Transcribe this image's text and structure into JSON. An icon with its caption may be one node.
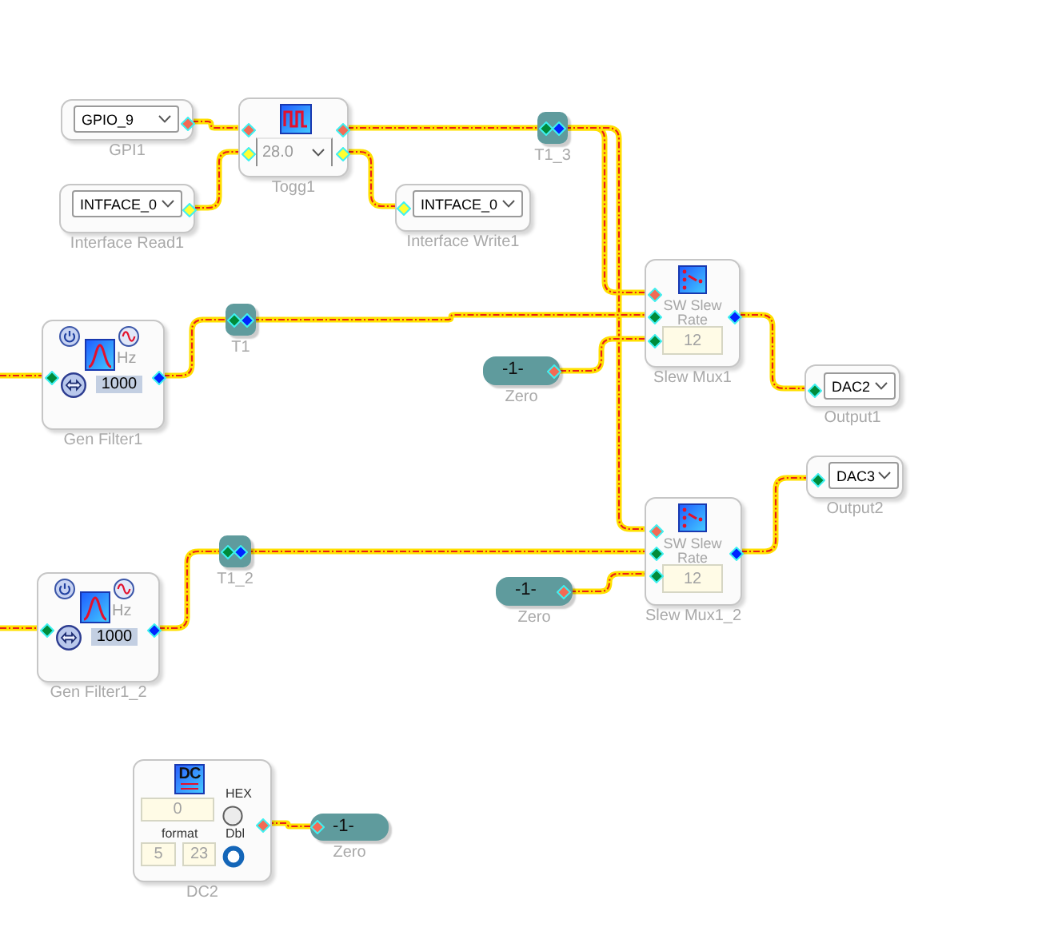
{
  "diagram": {
    "nodes": [
      {
        "text": [
          "GPIO_9"
        ],
        "beside": [
          "GPI1"
        ]
      },
      {
        "text": [
          "28.0"
        ],
        "beside": [
          "Togg1"
        ]
      },
      {
        "text": [],
        "shape": "box",
        "beside": [
          "T1_3"
        ]
      },
      {
        "text": [
          "INTFACE_0"
        ],
        "beside": [
          "Interface Read1"
        ]
      },
      {
        "text": [
          "INTFACE_0"
        ],
        "beside": [
          "Interface Write1"
        ]
      },
      {
        "text": [
          "Hz",
          "1000"
        ],
        "beside": [
          "Gen Filter1"
        ]
      },
      {
        "text": [],
        "shape": "box",
        "beside": [
          "T1"
        ]
      },
      {
        "text": [
          "SW Slew Rate",
          "12"
        ],
        "beside": [
          "Slew Mux1"
        ]
      },
      {
        "text": [
          "-1-"
        ],
        "beside": [
          "Zero"
        ]
      },
      {
        "text": [
          "DAC2"
        ],
        "beside": [
          "Output1"
        ]
      },
      {
        "text": [
          "DAC3"
        ],
        "beside": [
          "Output2"
        ]
      },
      {
        "text": [
          "SW Slew Rate",
          "12"
        ],
        "beside": [
          "Slew Mux1_2"
        ]
      },
      {
        "text": [
          "Hz",
          "1000"
        ],
        "beside": [
          "Gen Filter1_2"
        ]
      },
      {
        "text": [],
        "shape": "box",
        "beside": [
          "T1_2"
        ]
      },
      {
        "text": [
          "-1-"
        ],
        "beside": [
          "Zero"
        ]
      },
      {
        "text": [
          "DC",
          "HEX",
          "0",
          "format",
          "Dbl",
          "5",
          "23"
        ],
        "beside": [
          "DC2"
        ]
      },
      {
        "text": [
          "-1-"
        ],
        "beside": [
          "Zero"
        ]
      }
    ],
    "edges": [
      {
        "from": 0,
        "to": 1,
        "arrow": "none"
      },
      {
        "from": 3,
        "to": 1,
        "arrow": "none"
      },
      {
        "from": 1,
        "to": 2,
        "arrow": "none"
      },
      {
        "from": 1,
        "to": 4,
        "arrow": "none"
      },
      {
        "from": 2,
        "to": 7,
        "arrow": "none"
      },
      {
        "from": 2,
        "to": 11,
        "arrow": "none"
      },
      {
        "from": null,
        "to": 5,
        "arrow": "none"
      },
      {
        "from": 5,
        "to": 6,
        "arrow": "none"
      },
      {
        "from": 6,
        "to": 7,
        "arrow": "none"
      },
      {
        "from": 8,
        "to": 7,
        "arrow": "none"
      },
      {
        "from": 7,
        "to": 9,
        "arrow": "none"
      },
      {
        "from": null,
        "to": 12,
        "arrow": "none"
      },
      {
        "from": 12,
        "to": 13,
        "arrow": "none"
      },
      {
        "from": 13,
        "to": 11,
        "arrow": "none"
      },
      {
        "from": 14,
        "to": 11,
        "arrow": "none"
      },
      {
        "from": 11,
        "to": 10,
        "arrow": "none"
      },
      {
        "from": 15,
        "to": 16,
        "arrow": "none"
      }
    ]
  }
}
